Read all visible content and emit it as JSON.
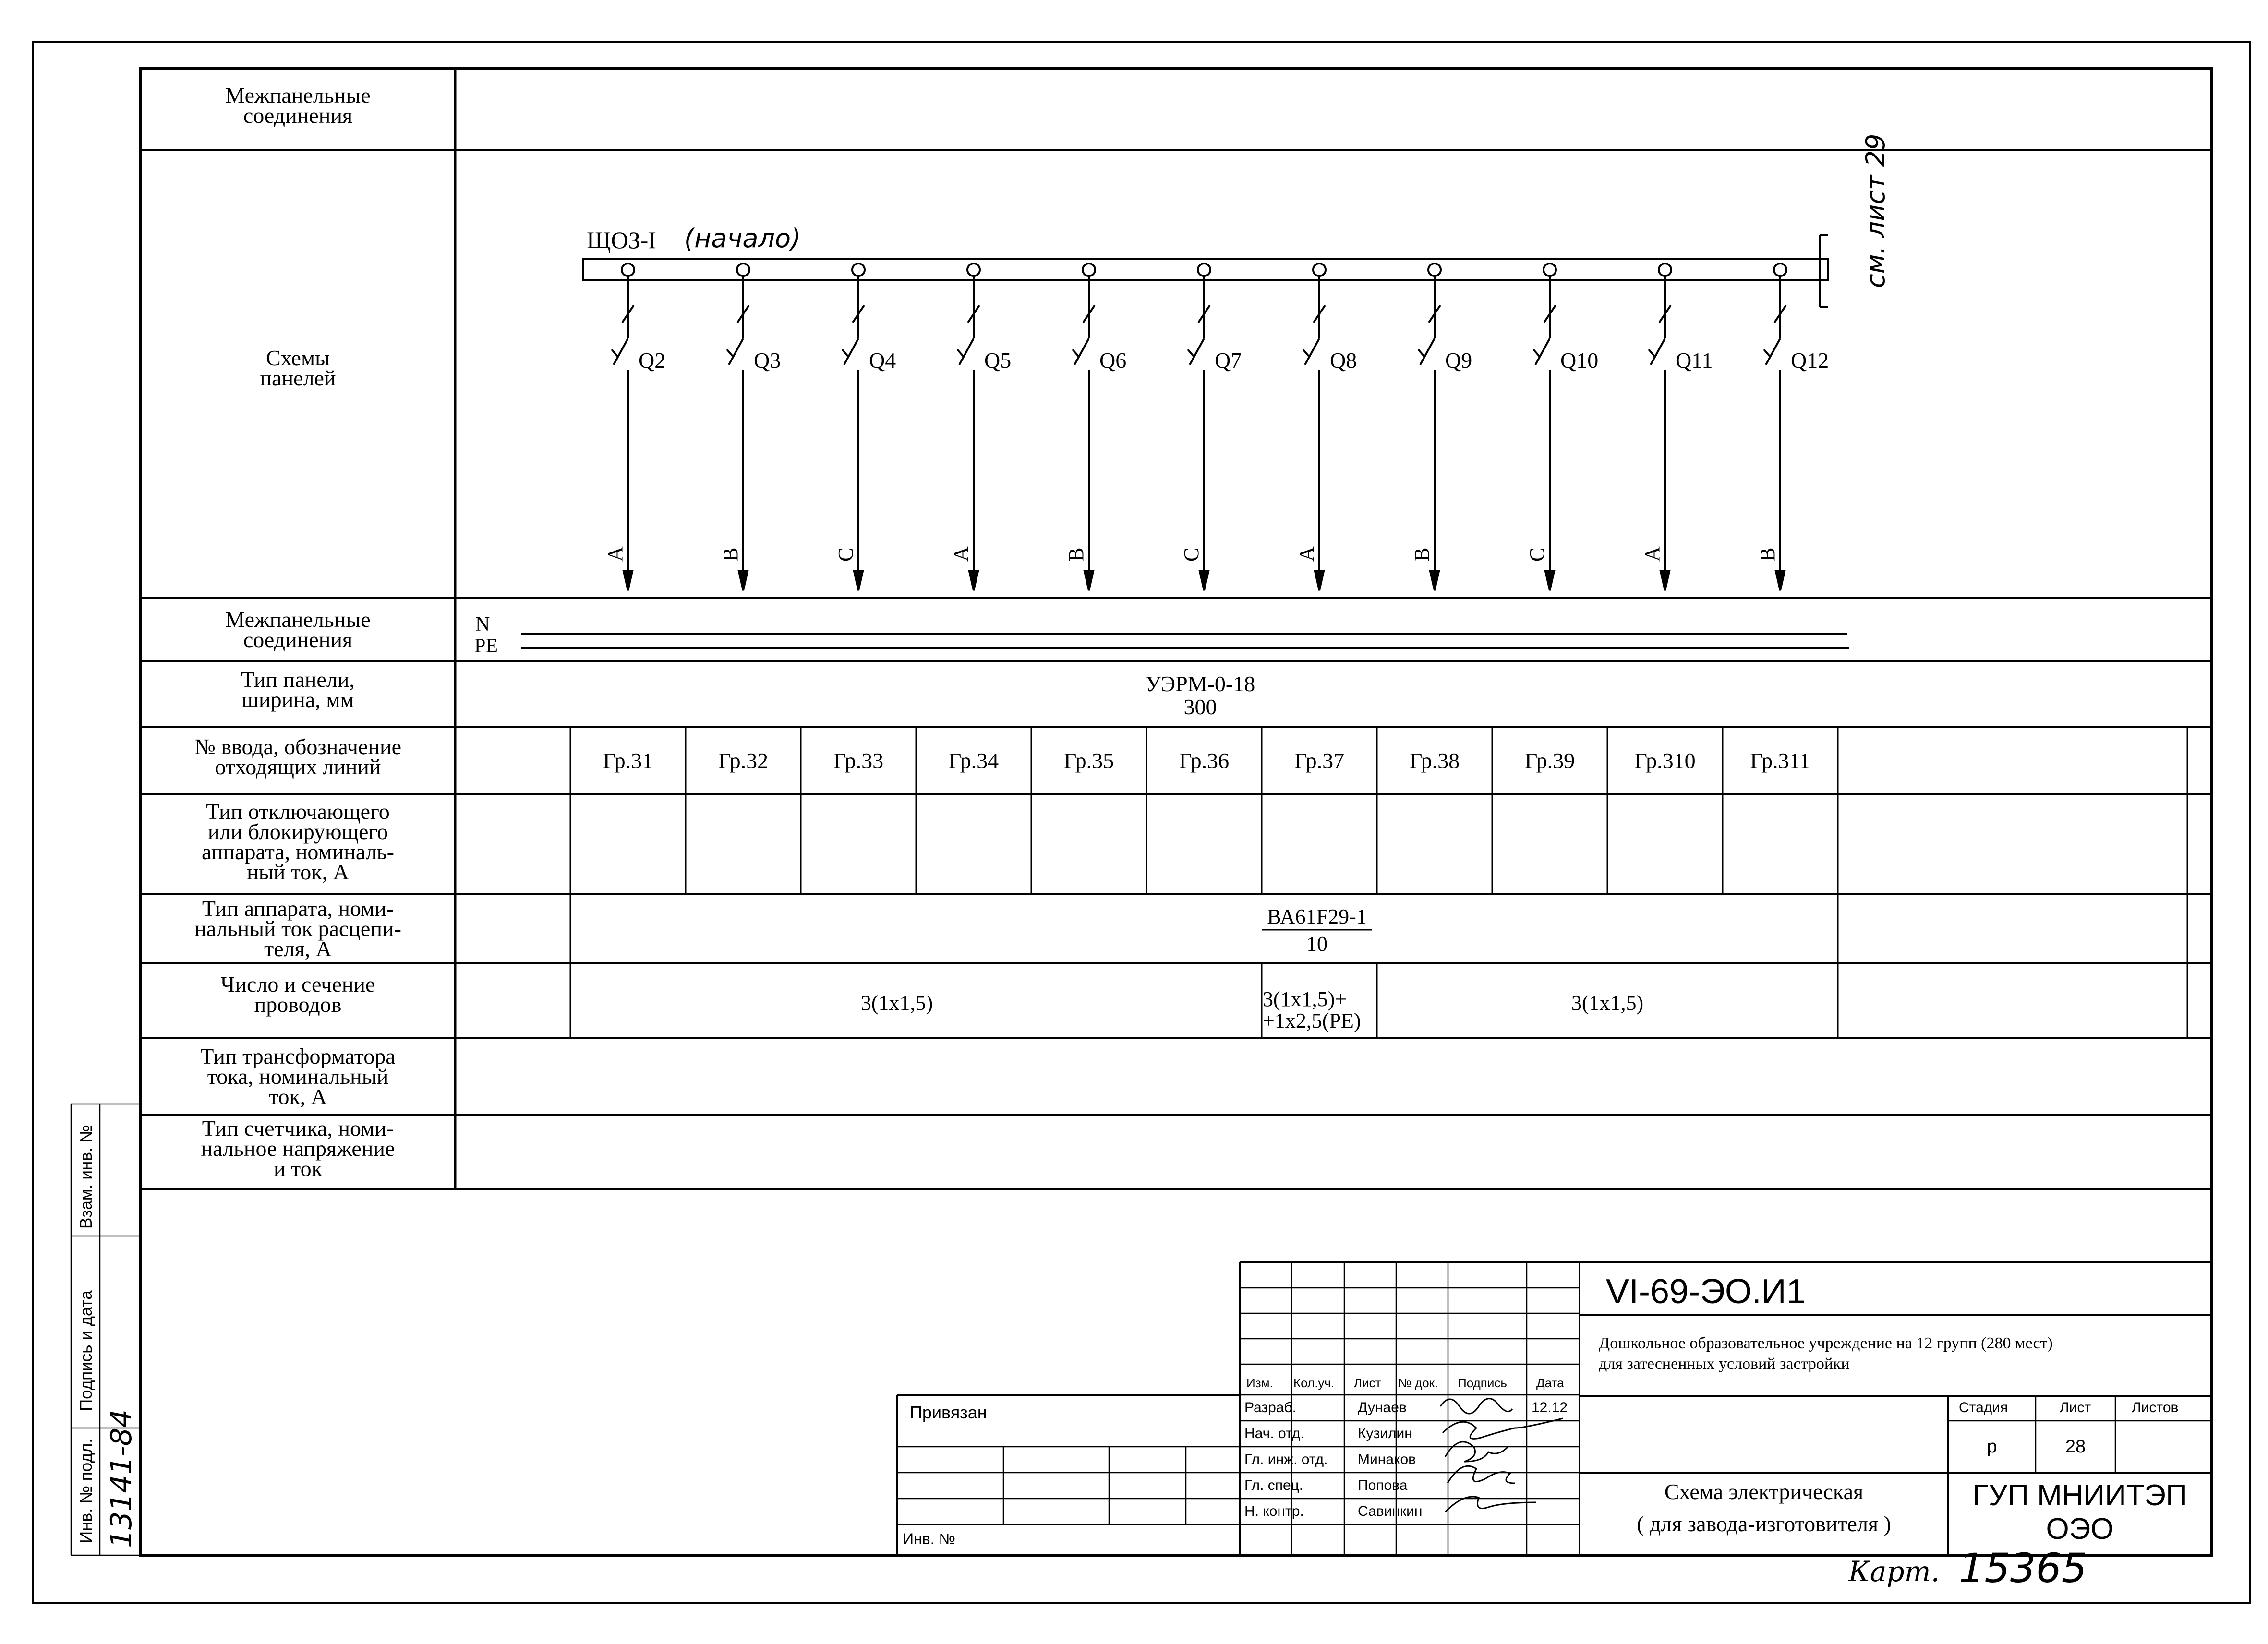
{
  "rows": {
    "mezh_top": "Межпанельные\nсоединения",
    "skhemy": "Схемы\nпанелей",
    "mezh_bottom": "Межпанельные\nсоединения",
    "tip_paneli": "Тип панели,\nширина, мм",
    "nomer_vvoda": "№ ввода, обозначение\nотходящих линий",
    "tip_otkl": "Тип отключающего\nили блокирующего\nаппарата, номиналь-\nный ток, А",
    "tip_apparata": "Тип аппарата, номи-\nнальный ток расцепи-\nтеля, А",
    "chislo": "Число и сечение\nпроводов",
    "tip_transf": "Тип трансформатора\nтока, номинальный\nток, А",
    "tip_schet": "Тип счетчика, номи-\nнальное напряжение\nи ток"
  },
  "schema": {
    "bus_label": "ЩОЗ-I",
    "bus_note": "(начало)",
    "continuation": "см. лист 29",
    "n_label": "N",
    "pe_label": "PE",
    "breakers": [
      {
        "q": "Q2",
        "phase": "A"
      },
      {
        "q": "Q3",
        "phase": "B"
      },
      {
        "q": "Q4",
        "phase": "C"
      },
      {
        "q": "Q5",
        "phase": "A"
      },
      {
        "q": "Q6",
        "phase": "B"
      },
      {
        "q": "Q7",
        "phase": "C"
      },
      {
        "q": "Q8",
        "phase": "A"
      },
      {
        "q": "Q9",
        "phase": "B"
      },
      {
        "q": "Q10",
        "phase": "C"
      },
      {
        "q": "Q11",
        "phase": "A"
      },
      {
        "q": "Q12",
        "phase": "B"
      }
    ]
  },
  "panel": {
    "type": "УЭРМ-0-18",
    "width": "300"
  },
  "groups": [
    "Гр.31",
    "Гр.32",
    "Гр.33",
    "Гр.34",
    "Гр.35",
    "Гр.36",
    "Гр.37",
    "Гр.38",
    "Гр.39",
    "Гр.310",
    "Гр.311"
  ],
  "apparatus": {
    "type": "ВА61F29-1",
    "current": "10"
  },
  "wires": {
    "left": "3(1x1,5)",
    "middle_1": "3(1x1,5)+",
    "middle_2": "+1x2,5(PE)",
    "right": "3(1x1,5)"
  },
  "stamp": {
    "code": "VI-69-ЭО.И1",
    "desc_1": "Дошкольное образовательное учреждение на 12 групп (280 мест)",
    "desc_2": "для затесненных условий застройки",
    "headers": {
      "izm": "Изм.",
      "kol": "Кол.уч.",
      "list": "Лист",
      "ndok": "№ док.",
      "podpis": "Подпись",
      "data": "Дата"
    },
    "roles": [
      "Разраб.",
      "Нач. отд.",
      "Гл. инж. отд.",
      "Гл. спец.",
      "Н. контр."
    ],
    "names": [
      "Дунаев",
      "Кузилин",
      "Минаков",
      "Попова",
      "Савинкин"
    ],
    "date": "12.12",
    "stadiya_h": "Стадия",
    "list_h": "Лист",
    "listov_h": "Листов",
    "stadiya": "р",
    "list": "28",
    "title_1": "Схема электрическая",
    "title_2": "( для завода-изготовителя )",
    "org_1": "ГУП МНИИТЭП",
    "org_2": "ОЭО",
    "privyazan": "Привязан",
    "inv_no": "Инв. №"
  },
  "side": {
    "inv_podl": "Инв. № подл.",
    "podpis_data": "Подпись и дата",
    "vzam_inv": "Взам. инв. №",
    "inv_value": "13141-84"
  },
  "kart": {
    "label": "Карт.",
    "number": "15365"
  }
}
